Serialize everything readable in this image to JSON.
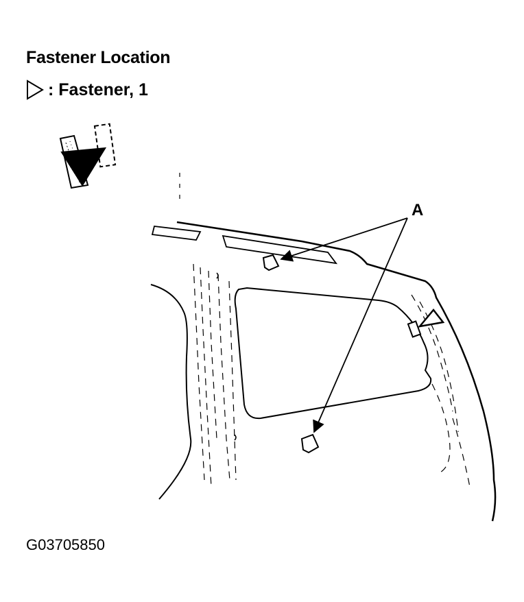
{
  "title": "Fastener Location",
  "legend": {
    "symbol": "triangle-outline-icon",
    "text": ": Fastener, 1"
  },
  "callout": {
    "label": "A"
  },
  "figure_id": "G03705850"
}
